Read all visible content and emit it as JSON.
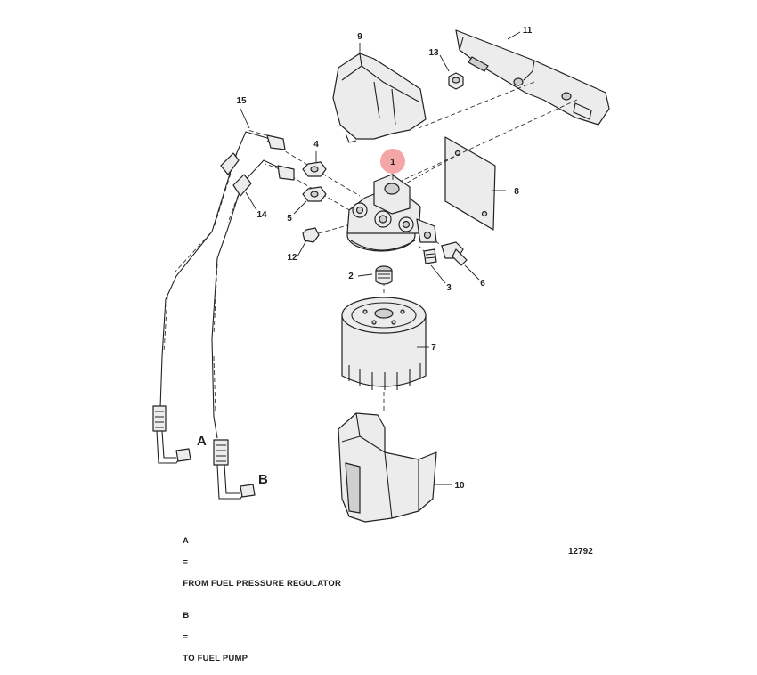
{
  "callouts": {
    "c1": "1",
    "c2": "2",
    "c3": "3",
    "c4": "4",
    "c5": "5",
    "c6": "6",
    "c7": "7",
    "c8": "8",
    "c9": "9",
    "c10": "10",
    "c11": "11",
    "c12": "12",
    "c13": "13",
    "c14": "14",
    "c15": "15"
  },
  "letters": {
    "a": "A",
    "b": "B"
  },
  "highlight_color": "#f4a6a6",
  "legend": {
    "a": {
      "key": "A",
      "sep": "=",
      "text": "FROM FUEL PRESSURE REGULATOR"
    },
    "b": {
      "key": "B",
      "sep": "=",
      "text": "TO FUEL PUMP"
    }
  },
  "figure_number": "12792"
}
